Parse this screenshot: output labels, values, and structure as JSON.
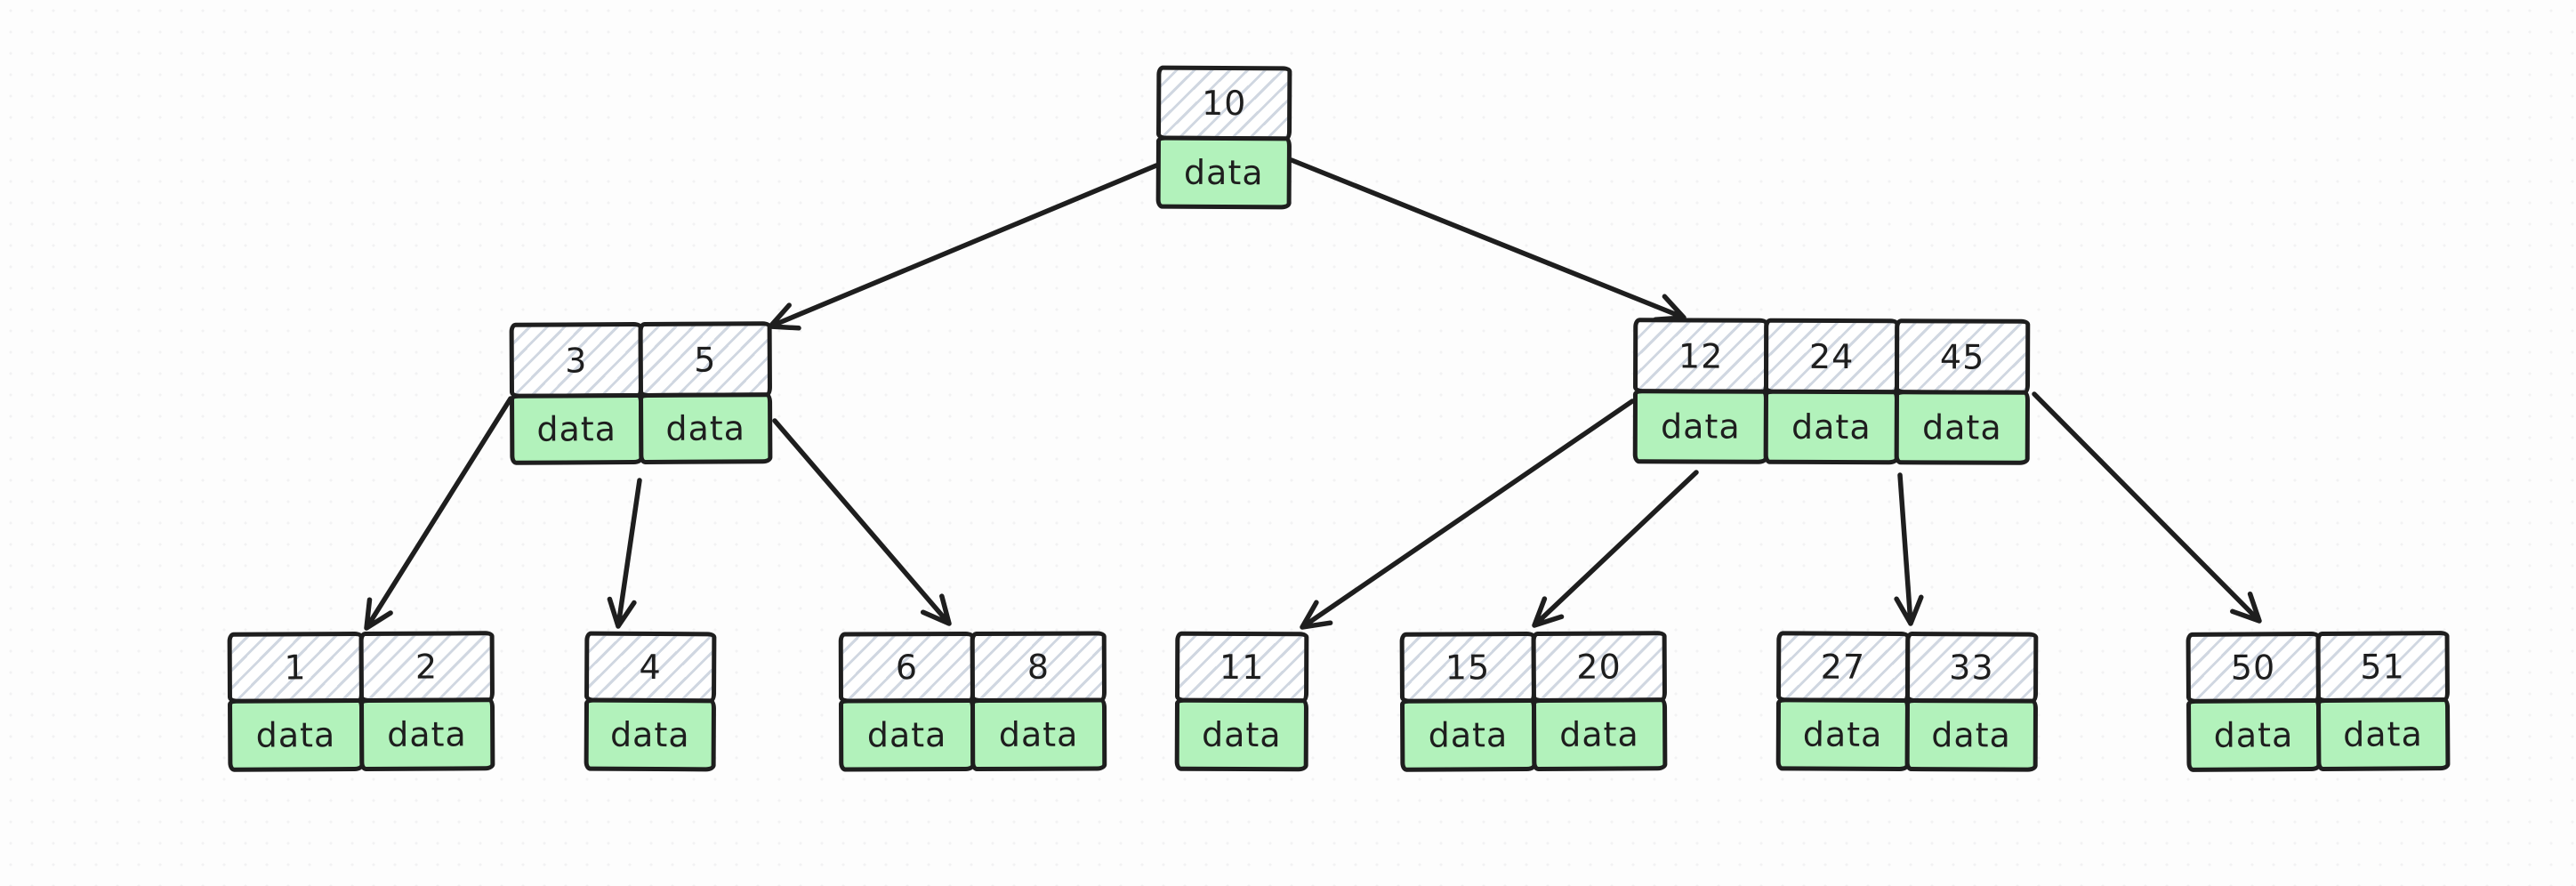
{
  "diagram": {
    "type": "b-plus-tree",
    "data_cell_label": "data",
    "colors": {
      "stroke": "#1e1e1e",
      "data_cell_fill": "#b2f2bb",
      "key_cell_hatch": "#aab6c8",
      "canvas_background": "#fdfdfd"
    },
    "nodes": [
      {
        "id": "root-10",
        "keys": [
          "10"
        ]
      },
      {
        "id": "internal-3-5",
        "keys": [
          "3",
          "5"
        ]
      },
      {
        "id": "internal-12-24-45",
        "keys": [
          "12",
          "24",
          "45"
        ]
      },
      {
        "id": "leaf-1-2",
        "keys": [
          "1",
          "2"
        ]
      },
      {
        "id": "leaf-4",
        "keys": [
          "4"
        ]
      },
      {
        "id": "leaf-6-8",
        "keys": [
          "6",
          "8"
        ]
      },
      {
        "id": "leaf-11",
        "keys": [
          "11"
        ]
      },
      {
        "id": "leaf-15-20",
        "keys": [
          "15",
          "20"
        ]
      },
      {
        "id": "leaf-27-33",
        "keys": [
          "27",
          "33"
        ]
      },
      {
        "id": "leaf-50-51",
        "keys": [
          "50",
          "51"
        ]
      }
    ],
    "edges": [
      {
        "from": "root-10",
        "to": "internal-3-5"
      },
      {
        "from": "root-10",
        "to": "internal-12-24-45"
      },
      {
        "from": "internal-3-5",
        "to": "leaf-1-2"
      },
      {
        "from": "internal-3-5",
        "to": "leaf-4"
      },
      {
        "from": "internal-3-5",
        "to": "leaf-6-8"
      },
      {
        "from": "internal-12-24-45",
        "to": "leaf-11"
      },
      {
        "from": "internal-12-24-45",
        "to": "leaf-15-20"
      },
      {
        "from": "internal-12-24-45",
        "to": "leaf-27-33"
      },
      {
        "from": "internal-12-24-45",
        "to": "leaf-50-51"
      }
    ]
  }
}
